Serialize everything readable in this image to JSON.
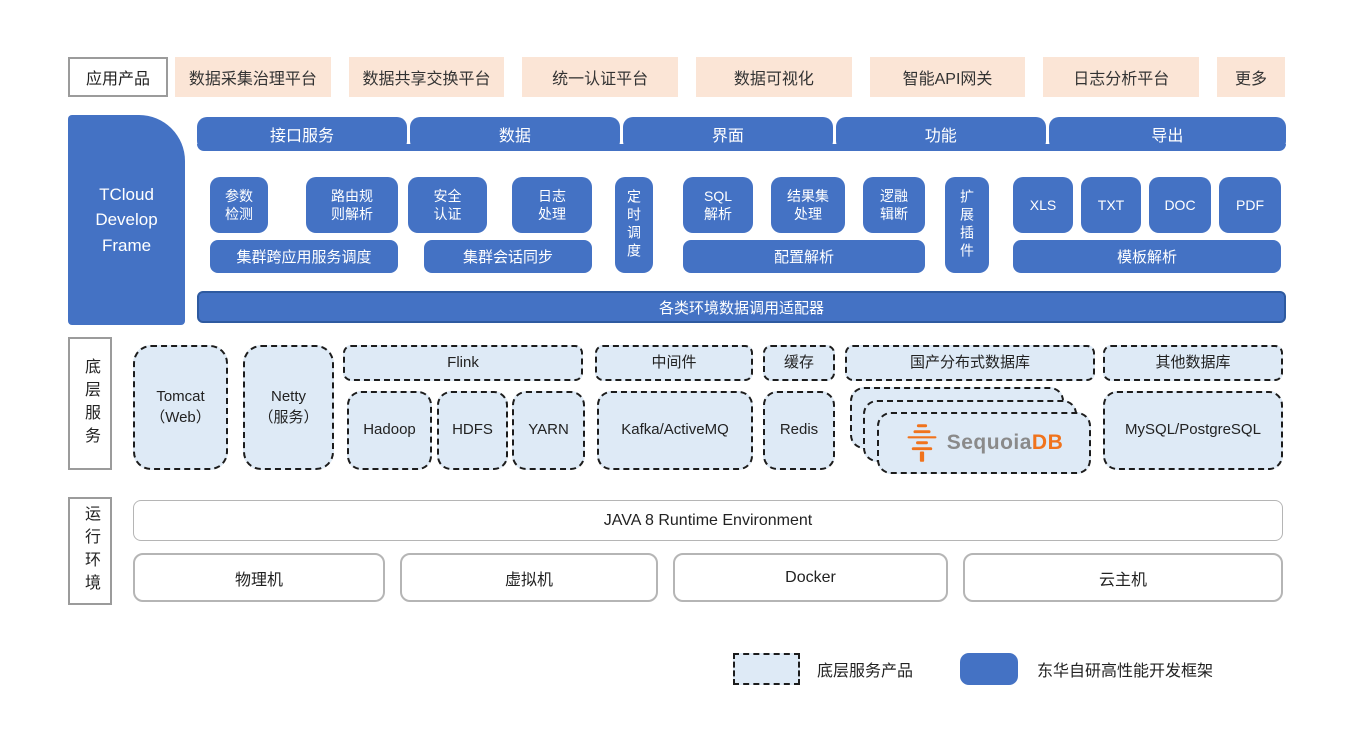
{
  "colors": {
    "framework_blue": "#4472C4",
    "adapter_border_blue": "#2E5AA0",
    "product_peach": "#FBE5D6",
    "service_light_blue": "#DEEAF6",
    "sequoia_orange": "#F0731C",
    "sequoia_gray": "#8A8A8A"
  },
  "app_row": {
    "label": "应用产品",
    "products": [
      "数据采集治理平台",
      "数据共享交换平台",
      "统一认证平台",
      "数据可视化",
      "智能API网关",
      "日志分析平台",
      "更多"
    ]
  },
  "framework": {
    "sidebar_title": "TCloud\nDevelop\nFrame",
    "tabs": [
      "接口服务",
      "数据",
      "界面",
      "功能",
      "导出"
    ],
    "colA": {
      "cells": [
        "参数\n检测",
        "路由规\n则解析"
      ],
      "wide": "集群跨应用服务调度"
    },
    "colB": {
      "cells": [
        "安全\n认证",
        "日志\n处理"
      ],
      "wide": "集群会话同步"
    },
    "vertical1": "定时调度",
    "colC": {
      "cells": [
        "SQL\n解析",
        "结果集\n处理",
        "逻融\n辑断"
      ],
      "wide": "配置解析"
    },
    "vertical2": "扩展插件",
    "colD": {
      "cells": [
        "XLS",
        "TXT",
        "DOC",
        "PDF"
      ],
      "wide": "模板解析"
    },
    "adapter": "各类环境数据调用适配器"
  },
  "services": {
    "label": "底层服务",
    "tomcat": "Tomcat\n（Web）",
    "netty": "Netty\n（服务）",
    "flink": {
      "header": "Flink",
      "items": [
        "Hadoop",
        "HDFS",
        "YARN"
      ]
    },
    "middleware": {
      "header": "中间件",
      "item": "Kafka/ActiveMQ"
    },
    "cache": {
      "header": "缓存",
      "item": "Redis"
    },
    "domestic": {
      "header": "国产分布式数据库",
      "brand_gray": "Sequoia",
      "brand_orange": "DB",
      "icon": "sequoiadb-tree-icon"
    },
    "other": {
      "header": "其他数据库",
      "item": "MySQL/PostgreSQL"
    }
  },
  "runtime": {
    "label": "运行环境",
    "java": "JAVA 8 Runtime Environment",
    "hosts": [
      "物理机",
      "虚拟机",
      "Docker",
      "云主机"
    ]
  },
  "legend": {
    "dashed": "底层服务产品",
    "solid": "东华自研高性能开发框架"
  }
}
